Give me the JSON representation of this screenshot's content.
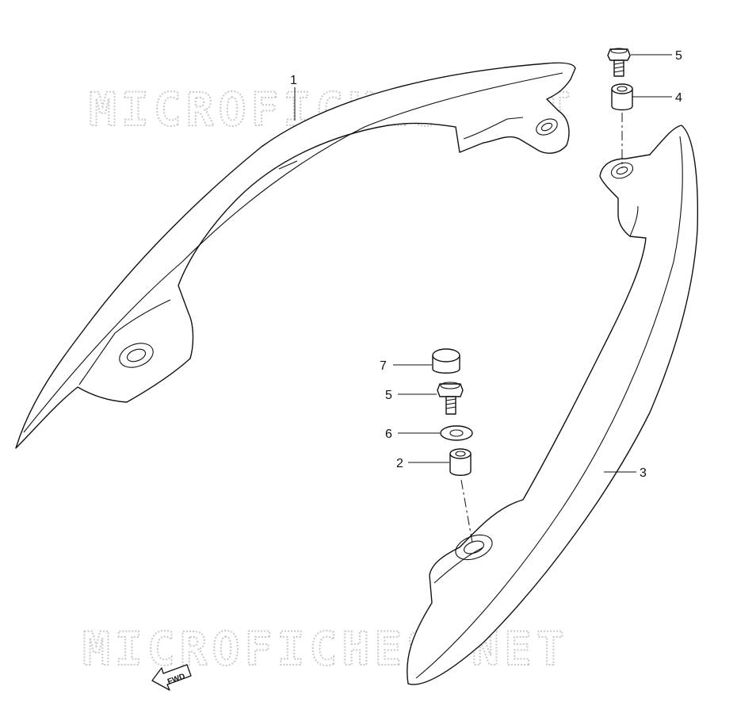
{
  "watermark": {
    "top_text": "MICROFICHES.NET",
    "bottom_text": "MICROFICHES.NET"
  },
  "direction_marker": {
    "label": "FWD",
    "icon": "forward-arrow-icon"
  },
  "callouts": [
    {
      "id": "callout-1",
      "number": "1",
      "part": "grab-rail-left"
    },
    {
      "id": "callout-5-top",
      "number": "5",
      "part": "bolt-top"
    },
    {
      "id": "callout-4",
      "number": "4",
      "part": "spacer-top"
    },
    {
      "id": "callout-7",
      "number": "7",
      "part": "cap"
    },
    {
      "id": "callout-5-mid",
      "number": "5",
      "part": "bolt-mid"
    },
    {
      "id": "callout-6",
      "number": "6",
      "part": "washer"
    },
    {
      "id": "callout-2",
      "number": "2",
      "part": "spacer-mid"
    },
    {
      "id": "callout-3",
      "number": "3",
      "part": "grab-rail-right"
    }
  ]
}
